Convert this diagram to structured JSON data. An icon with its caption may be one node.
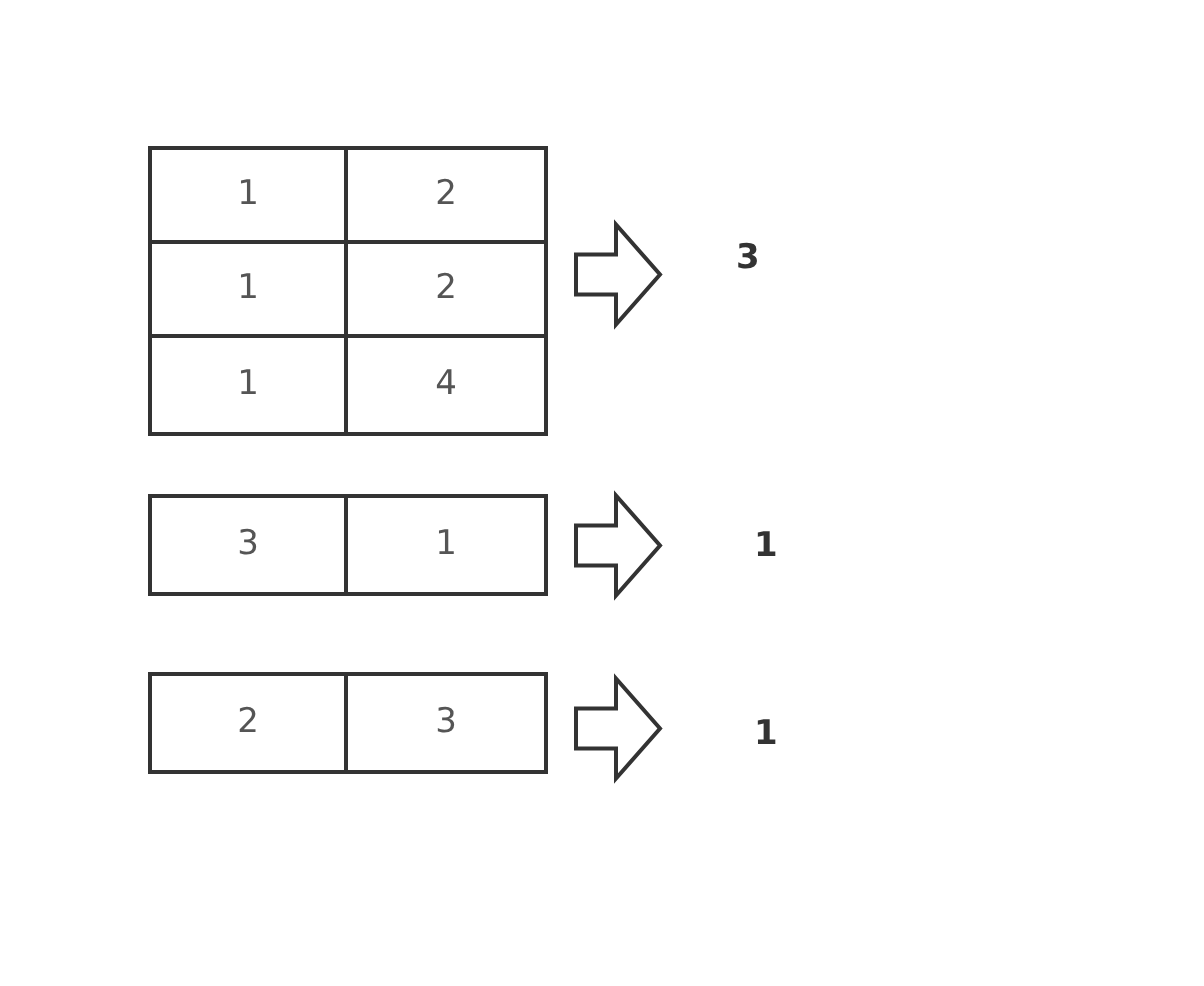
{
  "diagram": {
    "nodes": [
      {
        "text": [
          "1",
          "2",
          "1",
          "2",
          "1",
          "4"
        ]
      },
      {
        "text": [
          "3",
          "1"
        ]
      },
      {
        "text": [
          "2",
          "3"
        ]
      },
      {
        "text": [
          "3"
        ]
      },
      {
        "text": [
          "1"
        ]
      },
      {
        "text": [
          "1"
        ]
      }
    ],
    "edges": [
      {
        "from": 0,
        "to": 3,
        "arrow": "to"
      },
      {
        "from": 1,
        "to": 4,
        "arrow": "to"
      },
      {
        "from": 2,
        "to": 5,
        "arrow": "to"
      }
    ]
  }
}
